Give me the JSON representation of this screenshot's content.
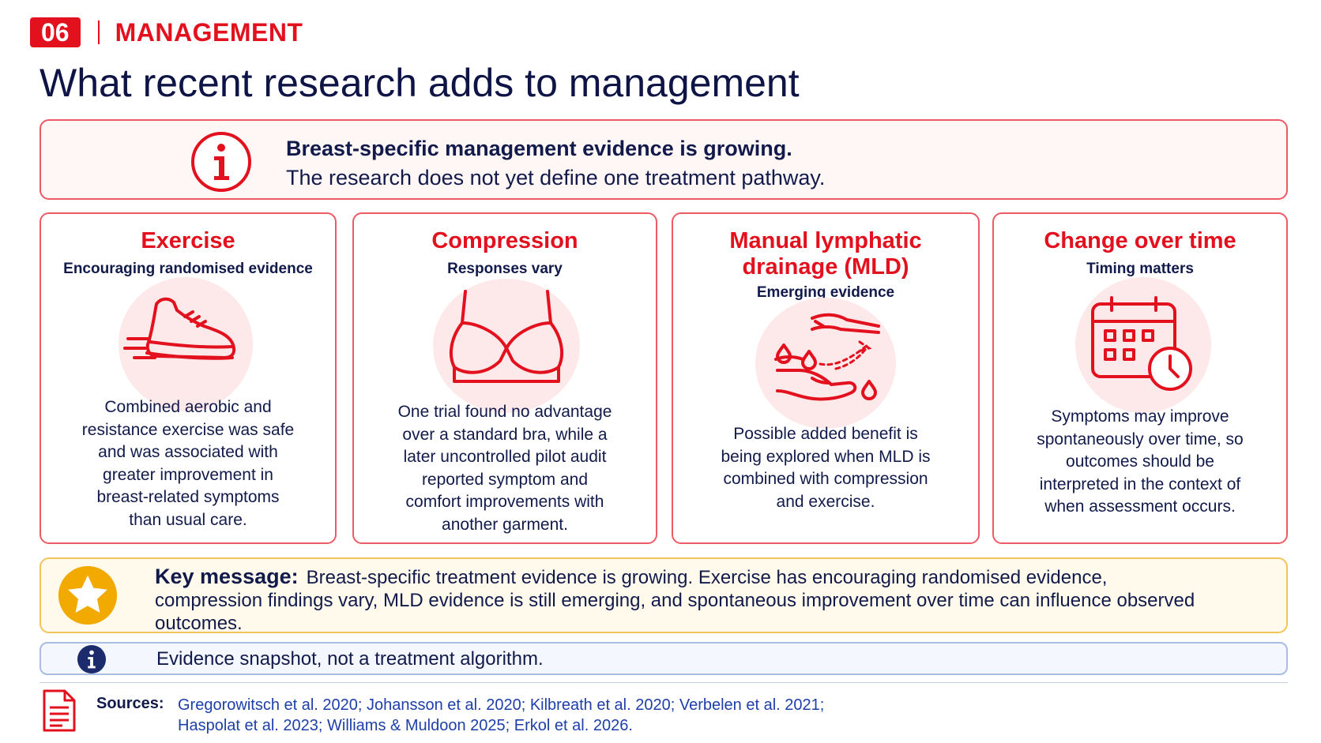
{
  "header": {
    "number": "06",
    "section": "MANAGEMENT"
  },
  "title": "What recent research adds to management",
  "banner": {
    "icon": "info-icon",
    "headline": "Breast-specific management evidence is growing.",
    "subline": "The research does not yet define one treatment pathway."
  },
  "cards": [
    {
      "title": "Exercise",
      "subtitle": "Encouraging randomised evidence",
      "icon": "running-shoe-icon",
      "lines": [
        "Combined aerobic and",
        "resistance exercise was safe",
        "and was associated with",
        "greater improvement in",
        "breast-related symptoms",
        "than usual care."
      ]
    },
    {
      "title": "Compression",
      "subtitle": "Responses vary",
      "icon": "bra-icon",
      "lines": [
        "One trial found no advantage",
        "over a standard bra, while a",
        "later uncontrolled pilot audit",
        "reported symptom and",
        "comfort improvements with",
        "another garment."
      ]
    },
    {
      "title_lines": [
        "Manual lymphatic",
        "drainage (MLD)"
      ],
      "subtitle": "Emerging evidence",
      "icon": "hands-drops-icon",
      "lines": [
        "Possible added benefit is",
        "being explored when MLD is",
        "combined with compression",
        "and exercise."
      ]
    },
    {
      "title": "Change over time",
      "subtitle": "Timing matters",
      "icon": "calendar-clock-icon",
      "lines": [
        "Symptoms may improve",
        "spontaneously over time, so",
        "outcomes should be",
        "interpreted in the context of",
        "when assessment occurs."
      ]
    }
  ],
  "key_message": {
    "icon": "star-icon",
    "label": "Key message:",
    "text": "Breast-specific treatment evidence is growing. Exercise has encouraging randomised evidence, compression findings vary, MLD evidence is still emerging, and spontaneous improvement over time can influence observed outcomes."
  },
  "snapshot": {
    "icon": "info-icon",
    "text": "Evidence snapshot, not a treatment algorithm."
  },
  "sources": {
    "icon": "document-icon",
    "label": "Sources:",
    "lines": [
      "Gregorowitsch et al. 2020; Johansson et al. 2020; Kilbreath et al. 2020; Verbelen et al. 2021;",
      "Haspolat et al. 2023; Williams & Muldoon 2025; Erkol et al. 2026."
    ]
  },
  "colors": {
    "accent": "#e3101e",
    "navy": "#111a4a",
    "gold": "#f2a900",
    "link": "#1e3fa8"
  }
}
